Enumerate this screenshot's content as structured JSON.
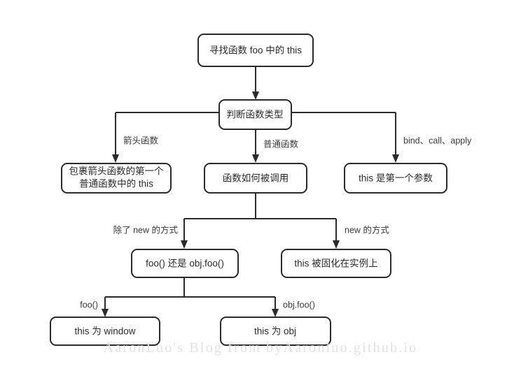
{
  "diagram": {
    "title": "JavaScript this binding flowchart",
    "background_color": "#ffffff",
    "stroke_color": "#2b2b2b",
    "label_color": "#3a3a3a",
    "watermark": "AaronLuo's Blog from byAaronluo.github.io",
    "watermark_color": "#e2e2e2",
    "nodes": [
      {
        "id": "start",
        "label": "寻找函数 foo 中的 this"
      },
      {
        "id": "type",
        "label": "判断函数类型"
      },
      {
        "id": "arrow_fn",
        "label_line1": "包裹箭头函数的第一个",
        "label_line2": "普通函数中的 this"
      },
      {
        "id": "normal_fn",
        "label": "函数如何被调用"
      },
      {
        "id": "bind_fn",
        "label": "this 是第一个参数"
      },
      {
        "id": "call_style",
        "label": "foo() 还是 obj.foo()"
      },
      {
        "id": "new_style",
        "label": "this 被固化在实例上"
      },
      {
        "id": "window_this",
        "label": "this 为 window"
      },
      {
        "id": "obj_this",
        "label": "this 为 obj"
      }
    ],
    "edge_labels": [
      {
        "id": "edge-arrow-function",
        "label": "箭头函数"
      },
      {
        "id": "edge-normal-function",
        "label": "普通函数"
      },
      {
        "id": "edge-bind-call-apply",
        "label": "bind、call、apply"
      },
      {
        "id": "edge-except-new",
        "label": "除了 new 的方式"
      },
      {
        "id": "edge-new",
        "label": "new 的方式"
      },
      {
        "id": "edge-foo",
        "label": "foo()"
      },
      {
        "id": "edge-objfoo",
        "label": "obj.foo()"
      }
    ]
  }
}
